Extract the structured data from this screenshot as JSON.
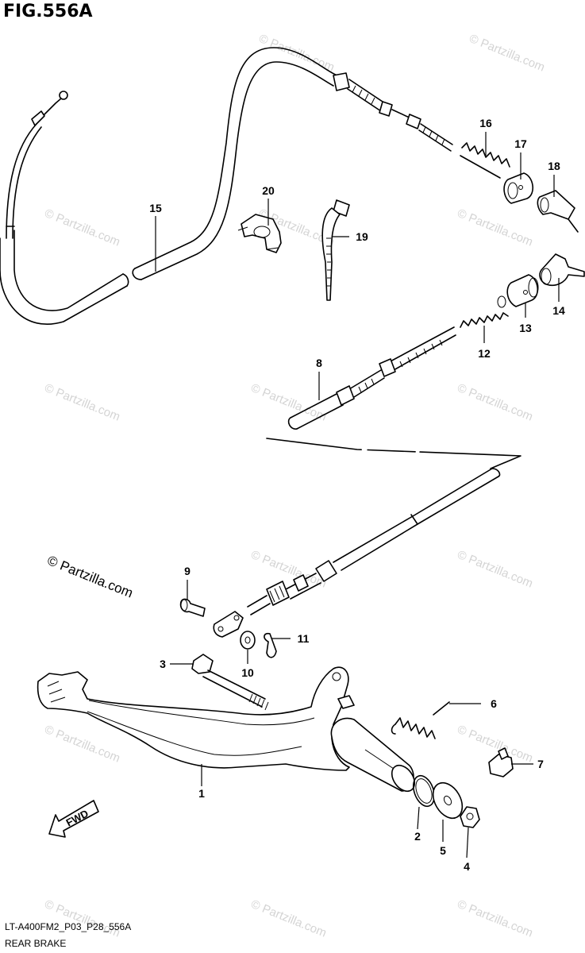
{
  "figure_title": "FIG.556A",
  "footer": {
    "code": "LT-A400FM2_P03_P28_556A",
    "name": "REAR BRAKE"
  },
  "watermark": {
    "text": "© Partzilla.com",
    "color": "#d4d4d4"
  },
  "fwd_label": "FWD",
  "callouts": {
    "c1": "1",
    "c2": "2",
    "c3": "3",
    "c4": "4",
    "c5": "5",
    "c6": "6",
    "c7": "7",
    "c8": "8",
    "c9": "9",
    "c10": "10",
    "c11": "11",
    "c12": "12",
    "c13": "13",
    "c14": "14",
    "c15": "15",
    "c16": "16",
    "c17": "17",
    "c18": "18",
    "c19": "19",
    "c20": "20"
  }
}
